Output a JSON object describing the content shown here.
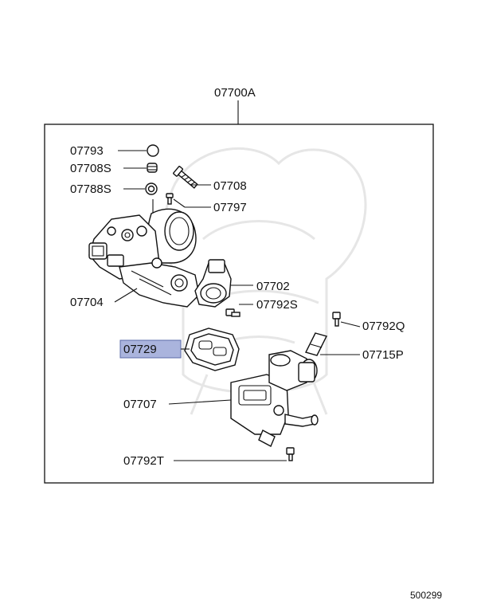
{
  "diagram": {
    "assembly_label": "07700A",
    "figure_number": "500299",
    "highlight_color": "#aab4dd",
    "callouts": [
      {
        "id": "07793",
        "label": "07793"
      },
      {
        "id": "07708S",
        "label": "07708S"
      },
      {
        "id": "07788S",
        "label": "07788S"
      },
      {
        "id": "07708",
        "label": "07708"
      },
      {
        "id": "07797",
        "label": "07797"
      },
      {
        "id": "07704",
        "label": "07704"
      },
      {
        "id": "07702",
        "label": "07702"
      },
      {
        "id": "07792S",
        "label": "07792S"
      },
      {
        "id": "07792Q",
        "label": "07792Q"
      },
      {
        "id": "07729",
        "label": "07729",
        "highlighted": true
      },
      {
        "id": "07715P",
        "label": "07715P"
      },
      {
        "id": "07707",
        "label": "07707"
      },
      {
        "id": "07792T",
        "label": "07792T"
      }
    ]
  }
}
